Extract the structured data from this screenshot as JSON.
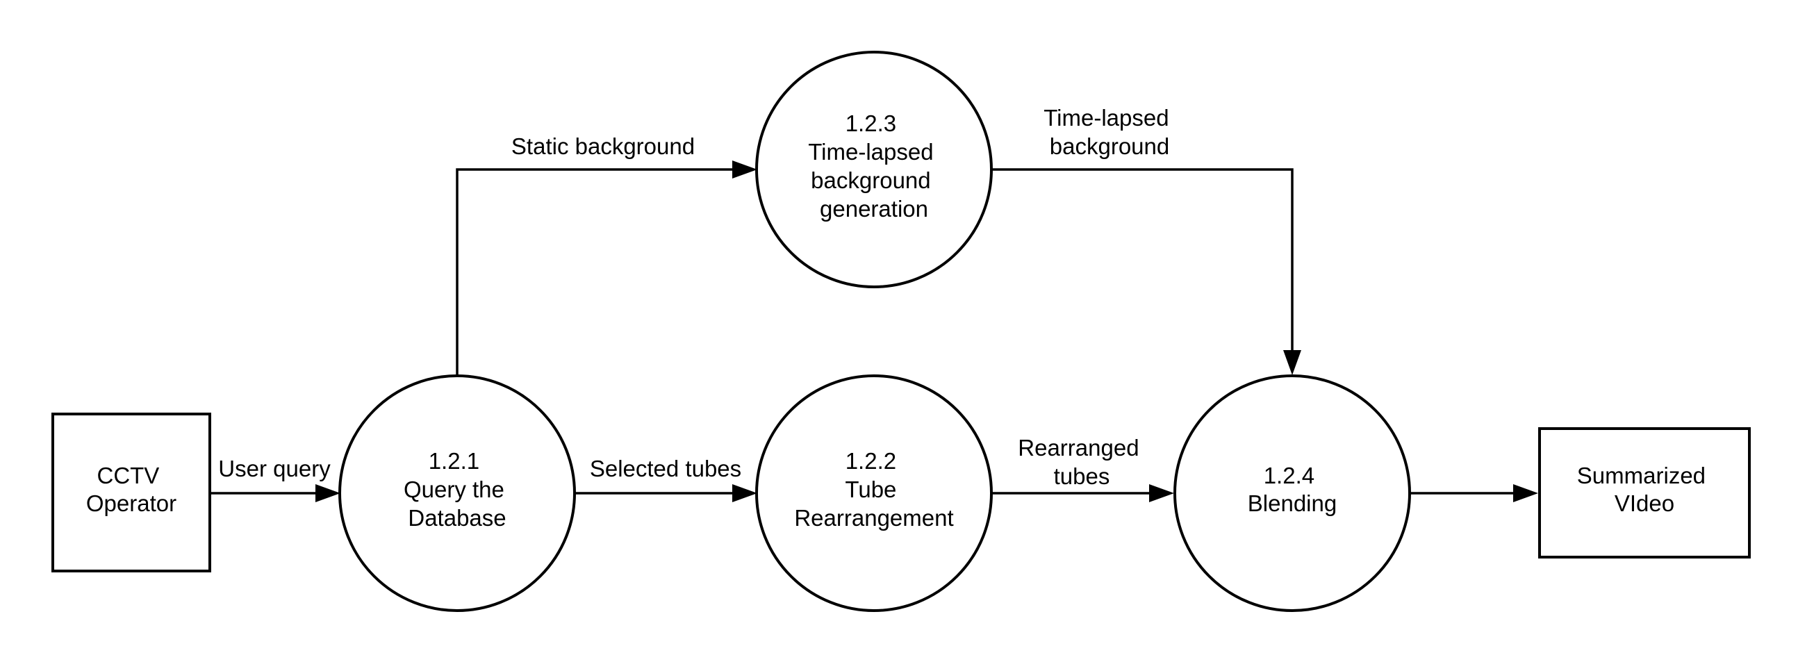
{
  "diagram": {
    "nodes": {
      "cctv_operator": {
        "kind": "entity",
        "lines": [
          "CCTV",
          "Operator"
        ]
      },
      "query_db": {
        "kind": "process",
        "lines": [
          "1.2.1",
          "Query the",
          "Database"
        ]
      },
      "tube_rearrangement": {
        "kind": "process",
        "lines": [
          "1.2.2",
          "Tube",
          "Rearrangement"
        ]
      },
      "timelapse_generation": {
        "kind": "process",
        "lines": [
          "1.2.3",
          "Time-lapsed",
          "background",
          "generation"
        ]
      },
      "blending": {
        "kind": "process",
        "lines": [
          "1.2.4",
          "Blending"
        ]
      },
      "summarized_video": {
        "kind": "entity",
        "lines": [
          "Summarized",
          "VIdeo"
        ]
      }
    },
    "edges": {
      "user_query": {
        "from": "cctv_operator",
        "to": "query_db",
        "lines": [
          "User query"
        ]
      },
      "selected_tubes": {
        "from": "query_db",
        "to": "tube_rearrangement",
        "lines": [
          "Selected tubes"
        ]
      },
      "static_background": {
        "from": "query_db",
        "to": "timelapse_generation",
        "lines": [
          "Static background"
        ]
      },
      "rearranged_tubes": {
        "from": "tube_rearrangement",
        "to": "blending",
        "lines": [
          "Rearranged",
          "tubes"
        ]
      },
      "timelapsed_background": {
        "from": "timelapse_generation",
        "to": "blending",
        "lines": [
          "Time-lapsed",
          "background"
        ]
      },
      "output_video": {
        "from": "blending",
        "to": "summarized_video",
        "lines": []
      }
    }
  }
}
